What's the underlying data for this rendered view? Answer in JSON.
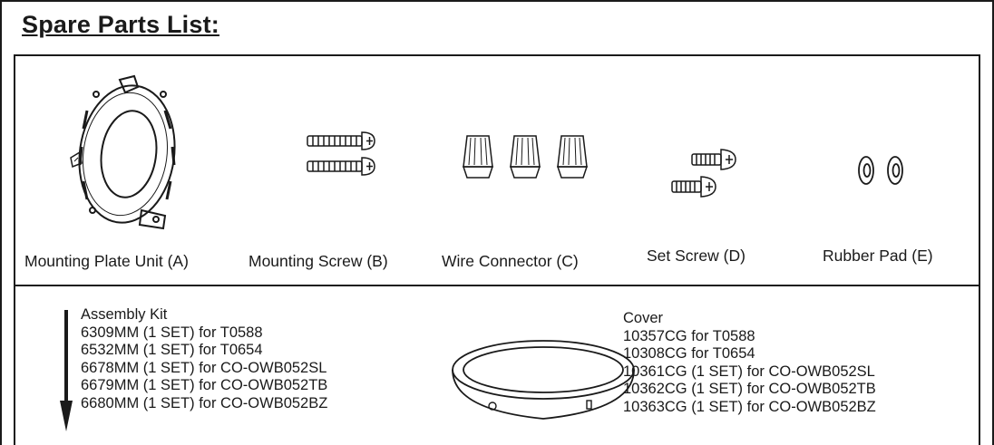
{
  "title": "Spare Parts List:",
  "parts": [
    {
      "label": "Mounting Plate Unit (A)",
      "icon": "mounting-plate-icon"
    },
    {
      "label": "Mounting Screw (B)",
      "icon": "mounting-screw-icon"
    },
    {
      "label": "Wire Connector (C)",
      "icon": "wire-connector-icon"
    },
    {
      "label": "Set Screw (D)",
      "icon": "set-screw-icon"
    },
    {
      "label": "Rubber Pad (E)",
      "icon": "rubber-pad-icon"
    }
  ],
  "assembly_kit": {
    "heading": "Assembly Kit",
    "items": [
      "6309MM (1 SET) for T0588",
      "6532MM (1 SET) for T0654",
      "6678MM (1 SET) for CO-OWB052SL",
      "6679MM (1 SET) for CO-OWB052TB",
      "6680MM (1 SET) for CO-OWB052BZ"
    ],
    "icon": "down-arrow-icon"
  },
  "cover": {
    "heading": "Cover",
    "items": [
      "10357CG for T0588",
      "10308CG for T0654",
      "10361CG (1 SET) for CO-OWB052SL",
      "10362CG (1 SET) for CO-OWB052TB",
      "10363CG (1 SET) for CO-OWB052BZ"
    ],
    "icon": "cover-icon"
  }
}
